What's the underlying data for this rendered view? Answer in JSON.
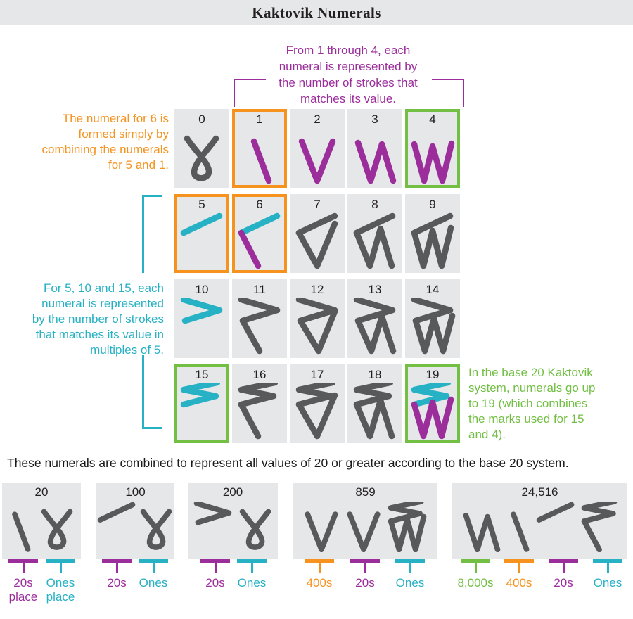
{
  "header": {
    "title": "Kaktovik Numerals"
  },
  "colors": {
    "purple": "#9c2e9c",
    "teal": "#27b1c4",
    "orange": "#f6921e",
    "green": "#72bf44",
    "gray": "#58595b",
    "cell_bg": "#e6e7e8",
    "dark": "#231f20"
  },
  "annotations": {
    "one_to_four": {
      "color": "purple",
      "lines": [
        "From 1 through 4, each",
        "numeral is represented by",
        "the number of strokes that",
        "matches its value."
      ]
    },
    "six": {
      "color": "orange",
      "lines": [
        "The numeral for 6 is",
        "formed simply by",
        "combining the numerals",
        "for 5 and 1."
      ]
    },
    "fives": {
      "color": "teal",
      "lines": [
        "For 5, 10 and 15, each",
        "numeral is represented",
        "by the number of strokes",
        "that matches its value in",
        "multiples of 5."
      ]
    },
    "base20": {
      "color": "green",
      "lines": [
        "In the base 20 Kaktovik",
        "system, numerals go up",
        "to 19 (which combines",
        "the marks used for 15",
        "and 4)."
      ]
    }
  },
  "grid": {
    "numerals": [
      {
        "value": 0,
        "stroke": {
          "lower": "gray"
        },
        "highlight": null
      },
      {
        "value": 1,
        "stroke": {
          "lower": "purple"
        },
        "highlight": "orange"
      },
      {
        "value": 2,
        "stroke": {
          "lower": "purple"
        },
        "highlight": null
      },
      {
        "value": 3,
        "stroke": {
          "lower": "purple"
        },
        "highlight": null
      },
      {
        "value": 4,
        "stroke": {
          "lower": "purple"
        },
        "highlight": "green"
      },
      {
        "value": 5,
        "stroke": {
          "upper": "teal"
        },
        "highlight": "orange"
      },
      {
        "value": 6,
        "stroke": {
          "upper": "teal",
          "lower": "purple"
        },
        "highlight": "orange"
      },
      {
        "value": 7,
        "stroke": {
          "upper": "gray",
          "lower": "gray"
        },
        "highlight": null
      },
      {
        "value": 8,
        "stroke": {
          "upper": "gray",
          "lower": "gray"
        },
        "highlight": null
      },
      {
        "value": 9,
        "stroke": {
          "upper": "gray",
          "lower": "gray"
        },
        "highlight": null
      },
      {
        "value": 10,
        "stroke": {
          "upper": "teal"
        },
        "highlight": null
      },
      {
        "value": 11,
        "stroke": {
          "upper": "gray",
          "lower": "gray"
        },
        "highlight": null
      },
      {
        "value": 12,
        "stroke": {
          "upper": "gray",
          "lower": "gray"
        },
        "highlight": null
      },
      {
        "value": 13,
        "stroke": {
          "upper": "gray",
          "lower": "gray"
        },
        "highlight": null
      },
      {
        "value": 14,
        "stroke": {
          "upper": "gray",
          "lower": "gray"
        },
        "highlight": null
      },
      {
        "value": 15,
        "stroke": {
          "upper": "teal"
        },
        "highlight": "green"
      },
      {
        "value": 16,
        "stroke": {
          "upper": "gray",
          "lower": "gray"
        },
        "highlight": null
      },
      {
        "value": 17,
        "stroke": {
          "upper": "gray",
          "lower": "gray"
        },
        "highlight": null
      },
      {
        "value": 18,
        "stroke": {
          "upper": "gray",
          "lower": "gray"
        },
        "highlight": null
      },
      {
        "value": 19,
        "stroke": {
          "upper": "teal",
          "lower": "purple"
        },
        "highlight": "green"
      }
    ]
  },
  "combination_note": "These numerals are combined to represent all values of 20 or greater according to the base 20 system.",
  "examples": [
    {
      "value": "20",
      "digits": [
        1,
        0
      ],
      "places": [
        {
          "label": "20s place",
          "color": "purple"
        },
        {
          "label": "Ones place",
          "color": "teal"
        }
      ]
    },
    {
      "value": "100",
      "digits": [
        5,
        0
      ],
      "places": [
        {
          "label": "20s",
          "color": "purple"
        },
        {
          "label": "Ones",
          "color": "teal"
        }
      ]
    },
    {
      "value": "200",
      "digits": [
        10,
        0
      ],
      "places": [
        {
          "label": "20s",
          "color": "purple"
        },
        {
          "label": "Ones",
          "color": "teal"
        }
      ]
    },
    {
      "value": "859",
      "digits": [
        2,
        2,
        19
      ],
      "places": [
        {
          "label": "400s",
          "color": "orange"
        },
        {
          "label": "20s",
          "color": "purple"
        },
        {
          "label": "Ones",
          "color": "teal"
        }
      ]
    },
    {
      "value": "24,516",
      "digits": [
        3,
        1,
        5,
        16
      ],
      "places": [
        {
          "label": "8,000s",
          "color": "green"
        },
        {
          "label": "400s",
          "color": "orange"
        },
        {
          "label": "20s",
          "color": "purple"
        },
        {
          "label": "Ones",
          "color": "teal"
        }
      ]
    }
  ]
}
